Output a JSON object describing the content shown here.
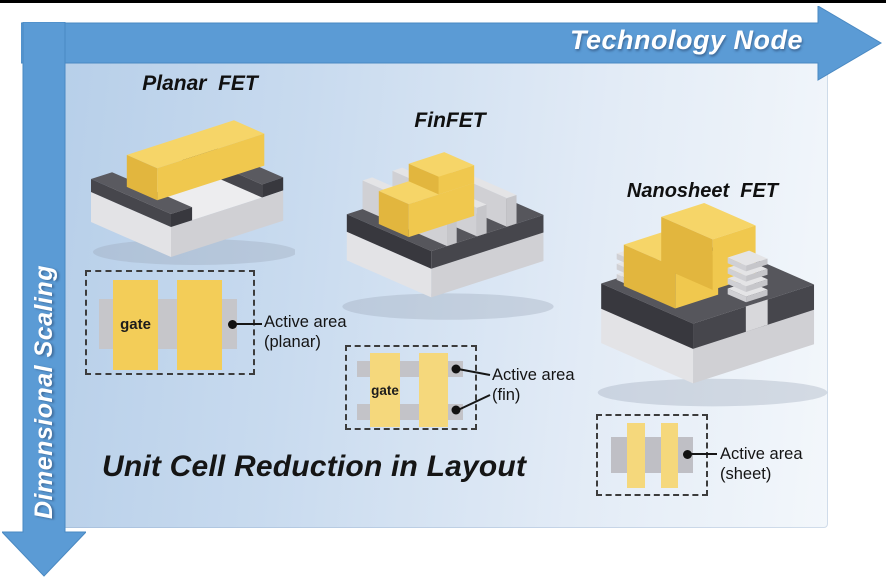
{
  "arrows": {
    "horizontal_label": "Technology Node",
    "vertical_label": "Dimensional Scaling",
    "color": "#5b9bd5"
  },
  "devices": {
    "planar": {
      "title": "Planar  FET"
    },
    "finfet": {
      "title": "FinFET"
    },
    "nanosheet": {
      "title": "Nanosheet  FET"
    }
  },
  "layouts": {
    "planar": {
      "gate_label": "gate",
      "callout": {
        "line1": "Active area",
        "line2": "(planar)"
      }
    },
    "fin": {
      "gate_label": "gate",
      "callout": {
        "line1": "Active area",
        "line2": "(fin)"
      }
    },
    "sheet": {
      "callout": {
        "line1": "Active area",
        "line2": "(sheet)"
      }
    }
  },
  "caption": "Unit Cell Reduction in Layout",
  "palette": {
    "arrow_blue": "#5b9bd5",
    "panel_blue_left": "#b7cfe9",
    "panel_blue_right": "#f3f7fb",
    "gate_yellow": "#f3cd58",
    "light_gate_yellow": "#f5d87c",
    "active_area_gray": "#c4c5c9",
    "dark_gray": "#4d4d54"
  }
}
